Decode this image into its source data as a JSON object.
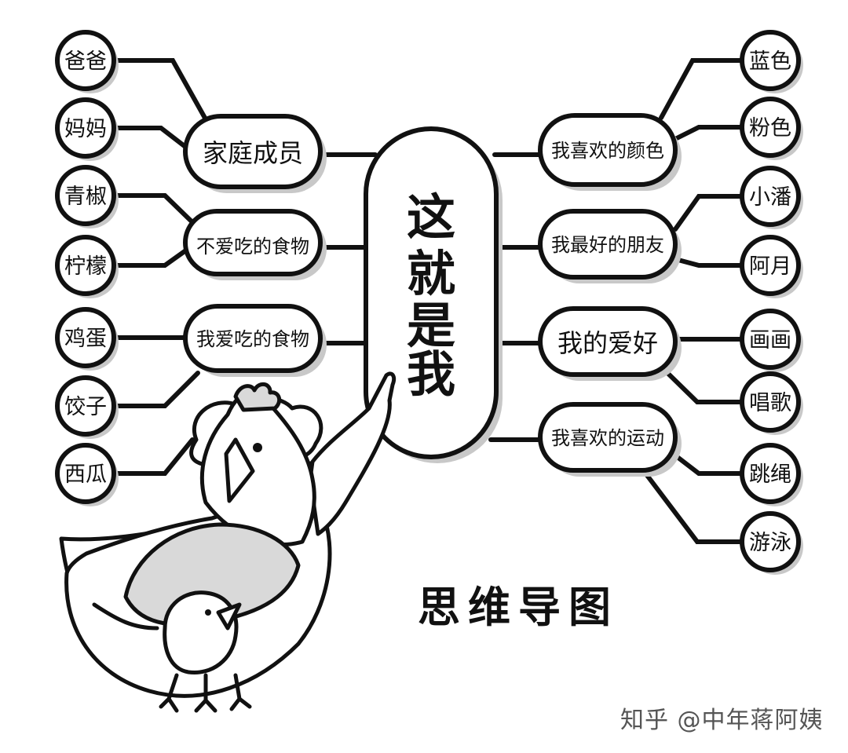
{
  "center": {
    "text": "这就是我",
    "chars": [
      "这",
      "就",
      "是",
      "我"
    ]
  },
  "caption": "思维导图",
  "watermark": "知乎 @中年蒋阿姨",
  "left_branches": [
    {
      "label": "家庭成员",
      "leaves": [
        "爸爸",
        "妈妈"
      ]
    },
    {
      "label": "不爱吃的食物",
      "leaves": [
        "青椒",
        "柠檬"
      ]
    },
    {
      "label": "我爱吃的食物",
      "leaves": [
        "鸡蛋",
        "饺子",
        "西瓜"
      ]
    }
  ],
  "right_branches": [
    {
      "label": "我喜欢的颜色",
      "leaves": [
        "蓝色",
        "粉色"
      ]
    },
    {
      "label": "我最好的朋友",
      "leaves": [
        "小潘",
        "阿月"
      ]
    },
    {
      "label": "我的爱好",
      "leaves": [
        "画画",
        "唱歌"
      ]
    },
    {
      "label": "我喜欢的运动",
      "leaves": [
        "跳绳",
        "游泳"
      ]
    }
  ],
  "colors": {
    "ink": "#111111",
    "fill": "#ffffff",
    "shadow": "#c8c8c8",
    "chicken_shade": "#d9d9d9"
  },
  "illustration": {
    "subject": "hen-with-chick-icon"
  }
}
